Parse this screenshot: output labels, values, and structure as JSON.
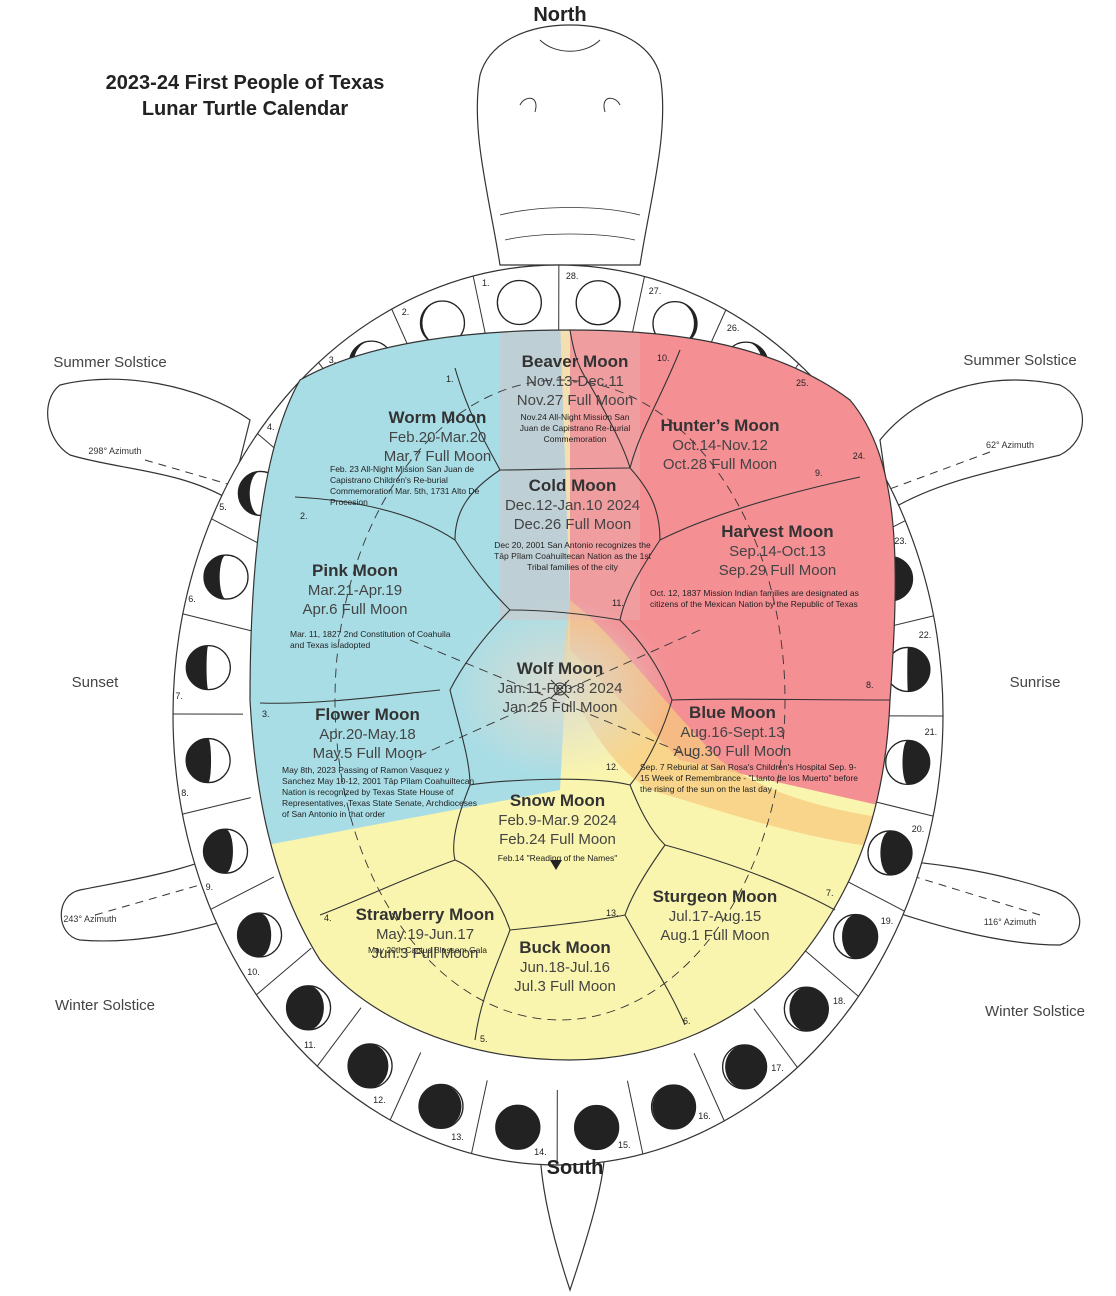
{
  "title": {
    "line1": "2023-24 First People of Texas",
    "line2": "Lunar Turtle Calendar"
  },
  "directions": {
    "north": "North",
    "south": "South",
    "sunset": "Sunset",
    "sunrise": "Sunrise",
    "summer_solstice_left": "Summer Solstice",
    "summer_solstice_right": "Summer Solstice",
    "winter_solstice_left": "Winter Solstice",
    "winter_solstice_right": "Winter Solstice"
  },
  "azimuths": {
    "nw": "298° Azimuth",
    "ne": "62° Azimuth",
    "sw": "243° Azimuth",
    "se": "116° Azimuth"
  },
  "colors": {
    "blue": "#a8dde6",
    "red": "#f48f94",
    "yellow": "#faf5ae",
    "orange": "#f7c97f"
  },
  "moons": [
    {
      "name": "Beaver Moon",
      "range": "Nov.13-Dec.11",
      "full": "Nov.27 Full Moon",
      "note": "Nov.24 All-Night Mission San Juan de Capistrano Re-burial Commemoration"
    },
    {
      "name": "Worm Moon",
      "range": "Feb.20-Mar.20",
      "full": "Mar.7 Full Moon",
      "note": "Feb. 23 All-Night Mission San Juan de Capistrano Children's Re-burial Commemoration Mar. 5th, 1731 Alto De Procesion"
    },
    {
      "name": "Hunter’s Moon",
      "range": "Oct.14-Nov.12",
      "full": "Oct.28 Full Moon",
      "note": ""
    },
    {
      "name": "Cold Moon",
      "range": "Dec.12-Jan.10 2024",
      "full": "Dec.26 Full Moon",
      "note": "Dec 20, 2001 San Antonio recognizes the Tāp Pīlam Coahuiltecan Nation as the 1st Tribal families of the city"
    },
    {
      "name": "Harvest Moon",
      "range": "Sep.14-Oct.13",
      "full": "Sep.29 Full Moon",
      "note": "Oct. 12, 1837 Mission Indian families are designated as citizens of the Mexican Nation by the Republic of Texas"
    },
    {
      "name": "Pink Moon",
      "range": "Mar.21-Apr.19",
      "full": "Apr.6 Full Moon",
      "note": "Mar. 11, 1827 2nd Constitution of Coahuila and Texas is adopted"
    },
    {
      "name": "Wolf Moon",
      "range": "Jan.11-Feb.8 2024",
      "full": "Jan.25 Full Moon",
      "note": ""
    },
    {
      "name": "Flower Moon",
      "range": "Apr.20-May.18",
      "full": "May.5 Full Moon",
      "note": "May 8th, 2023 Passing of Ramon Vasquez y Sanchez May 10-12, 2001 Tāp Pīlam Coahuiltecan Nation is recognized by Texas State House of Representatives, Texas State Senate, Archdioceses of San Antonio in that order"
    },
    {
      "name": "Blue Moon",
      "range": "Aug.16-Sept.13",
      "full": "Aug.30 Full Moon",
      "note": "Sep. 7 Reburial at San Rosa's Children's Hospital Sep. 9-15 Week of Remembrance - \"Llanto de los Muerto\" before the rising of the sun on the last day"
    },
    {
      "name": "Snow Moon",
      "range": "Feb.9-Mar.9 2024",
      "full": "Feb.24 Full Moon",
      "note": "Feb.14 \"Reading of the Names\""
    },
    {
      "name": "Sturgeon Moon",
      "range": "Jul.17-Aug.15",
      "full": "Aug.1 Full Moon",
      "note": ""
    },
    {
      "name": "Strawberry Moon",
      "range": "May.19-Jun.17",
      "full": "Jun.3 Full Moon",
      "note": "May 20th Cactus Blossom Gala"
    },
    {
      "name": "Buck Moon",
      "range": "Jun.18-Jul.16",
      "full": "Jul.3 Full Moon",
      "note": ""
    }
  ],
  "scute_numbers": [
    "1.",
    "2.",
    "3.",
    "4.",
    "5.",
    "6.",
    "7.",
    "8.",
    "9.",
    "10.",
    "11.",
    "12.",
    "13."
  ],
  "day_numbers": [
    "1.",
    "2.",
    "3.",
    "4.",
    "5.",
    "6.",
    "7.",
    "8.",
    "9.",
    "10.",
    "11.",
    "12.",
    "13.",
    "14.",
    "15.",
    "16.",
    "17.",
    "18.",
    "19.",
    "20.",
    "21.",
    "22.",
    "23.",
    "24.",
    "25.",
    "26.",
    "27.",
    "28."
  ]
}
